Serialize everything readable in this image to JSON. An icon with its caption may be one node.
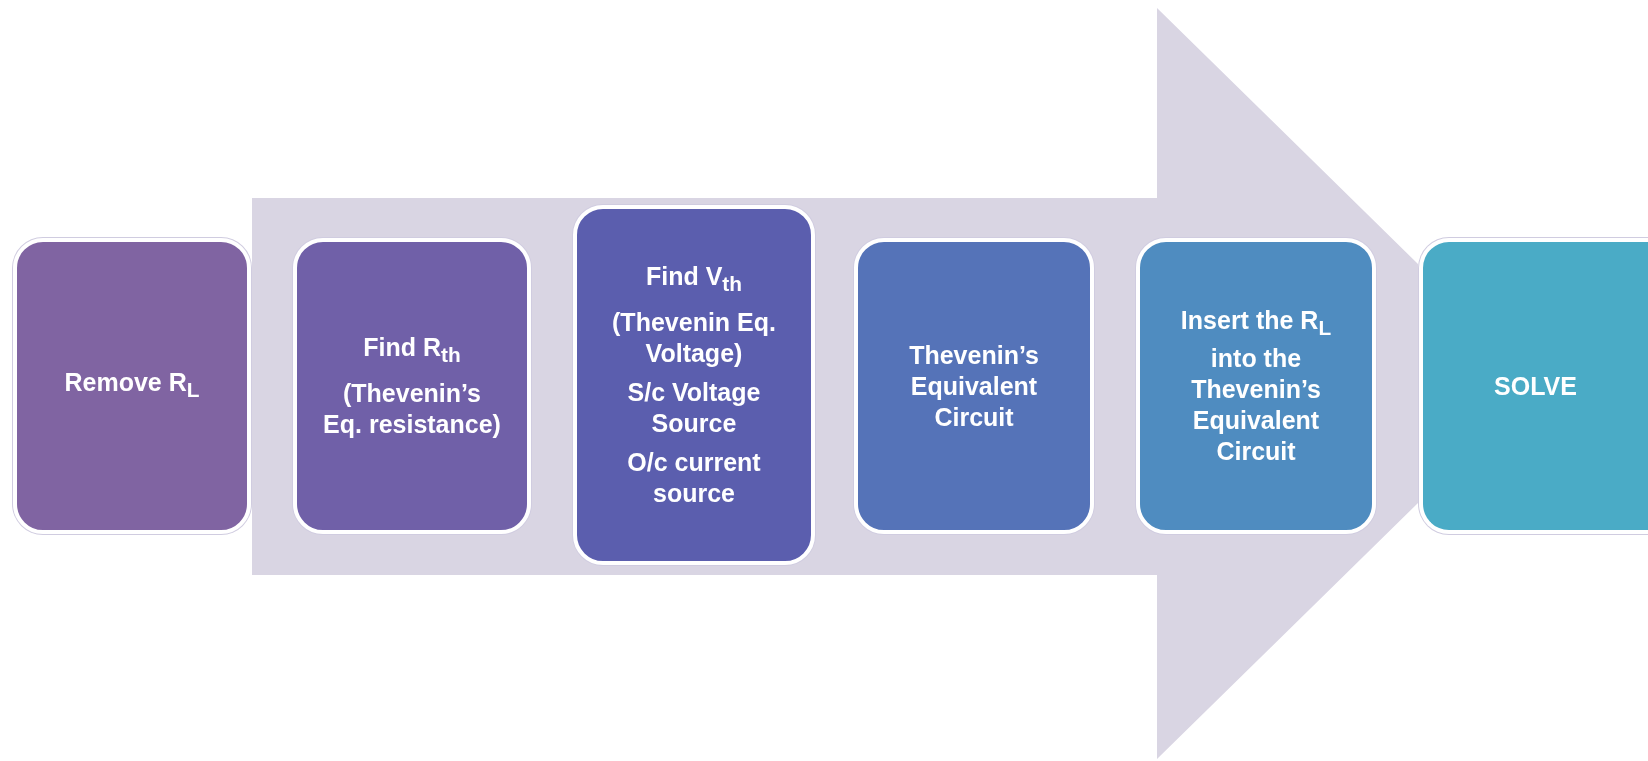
{
  "diagram": {
    "nodes": [
      {
        "text": [],
        "shape": "arrow"
      },
      {
        "text": [
          "Remove R$_{L}$"
        ]
      },
      {
        "text": [
          "Find R$_{th}$",
          "(Thevenin’s Eq. resistance)"
        ],
        "in": 0
      },
      {
        "text": [
          "Find V$_{th}$",
          "(Thevenin Eq. Voltage)",
          "S/c Voltage Source",
          "O/c current source"
        ],
        "in": 0
      },
      {
        "text": [
          "Thevenin’s Equivalent Circuit"
        ],
        "in": 0
      },
      {
        "text": [
          "Insert the R$_{L}$ into the Thevenin’s Equivalent Circuit"
        ],
        "in": 0
      },
      {
        "text": [
          "SOLVE"
        ]
      }
    ]
  }
}
